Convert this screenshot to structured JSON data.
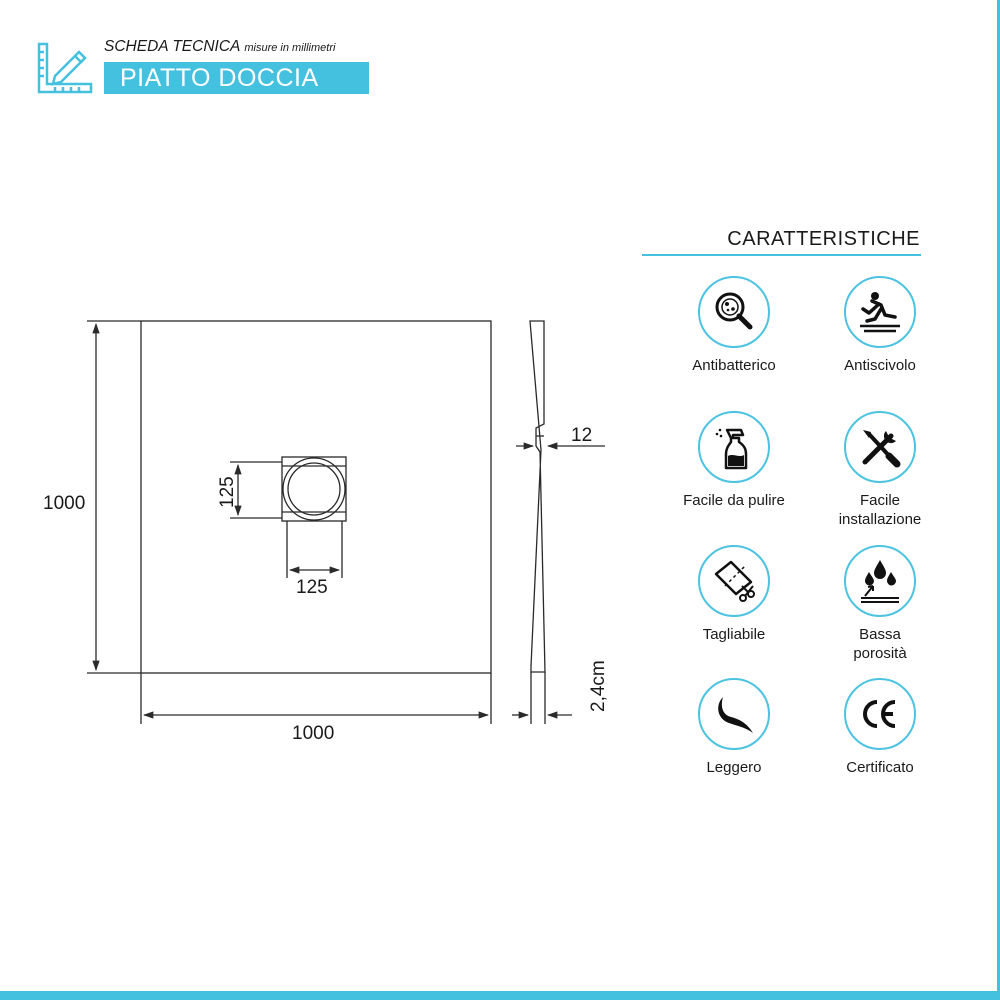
{
  "colors": {
    "accent": "#43c1df",
    "line": "#2a2a2a",
    "text": "#1a1a1a"
  },
  "header": {
    "title": "SCHEDA TECNICA",
    "subtitle": "misure in millimetri",
    "product": "PIATTO DOCCIA",
    "icon": "ruler-pencil-icon"
  },
  "drawing": {
    "height_label": "1000",
    "width_label": "1000",
    "drain_height_label": "125",
    "drain_width_label": "125",
    "drain_depth_label": "12",
    "thickness_label": "2,4cm"
  },
  "features": {
    "title": "CARATTERISTICHE",
    "items": [
      {
        "label": "Antibatterico",
        "icon": "antibacterial-magnifier-icon"
      },
      {
        "label": "Antiscivolo",
        "icon": "anti-slip-icon"
      },
      {
        "label": "Facile da pulire",
        "icon": "spray-bottle-icon"
      },
      {
        "label": "Facile\ninstallazione",
        "icon": "tools-icon"
      },
      {
        "label": "Tagliabile",
        "icon": "cuttable-icon"
      },
      {
        "label": "Bassa\nporosità",
        "icon": "low-porosity-icon"
      },
      {
        "label": "Leggero",
        "icon": "feather-icon"
      },
      {
        "label": "Certificato",
        "icon": "ce-mark-icon"
      }
    ]
  }
}
